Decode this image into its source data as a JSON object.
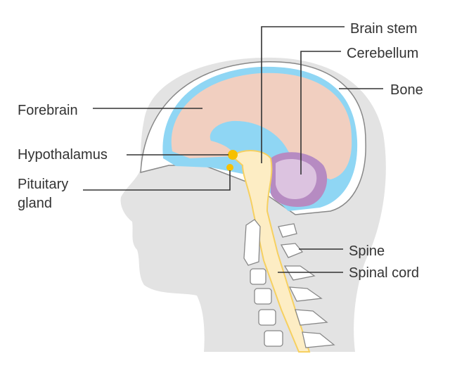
{
  "title": "Brain anatomy diagram",
  "labels": {
    "brain_stem": "Brain stem",
    "cerebellum": "Cerebellum",
    "bone": "Bone",
    "forebrain": "Forebrain",
    "hypothalamus": "Hypothalamus",
    "pituitary_line1": "Pituitary",
    "pituitary_line2": "gland",
    "spine": "Spine",
    "spinal_cord": "Spinal cord"
  },
  "colors": {
    "head": "#e3e3e3",
    "csf": "#8fd6f4",
    "forebrain": "#f1cfc0",
    "cerebellum_outer": "#b68bc2",
    "cerebellum_inner": "#dcc3e0",
    "brain_stem": "#fdedc4",
    "hypothalamus": "#f6c000",
    "text": "#333333"
  }
}
